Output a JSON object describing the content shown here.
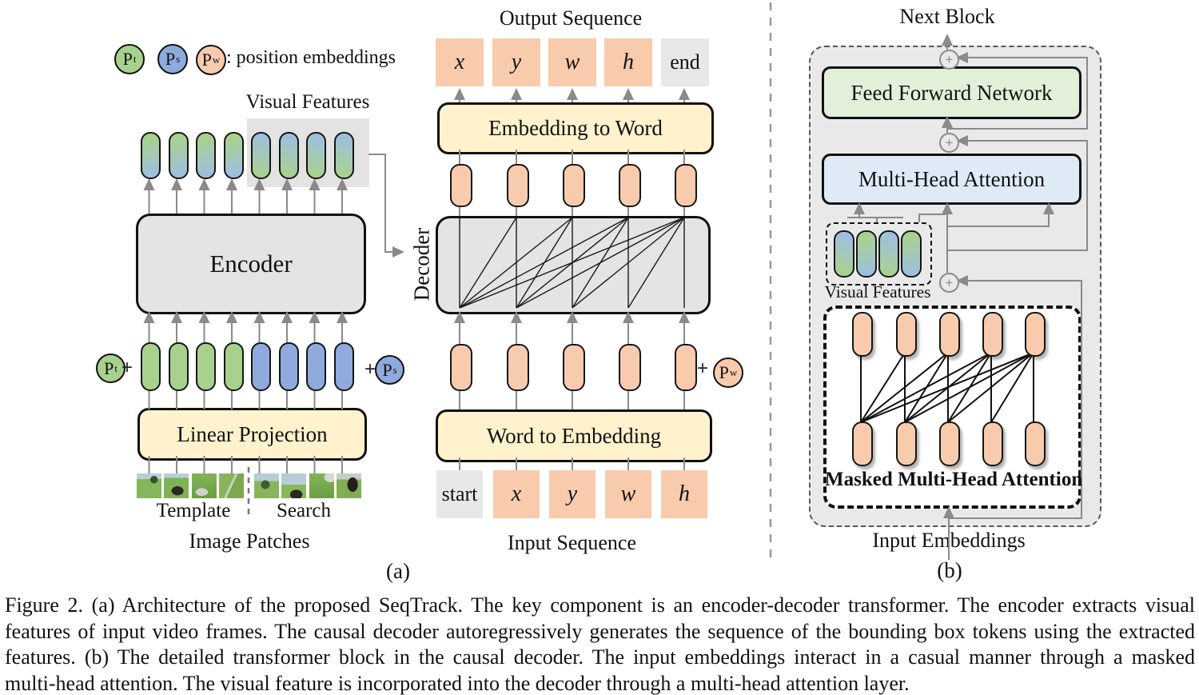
{
  "legend": {
    "symbols": [
      {
        "p": "P",
        "sub": "t"
      },
      {
        "p": "P",
        "sub": "s"
      },
      {
        "p": "P",
        "sub": "w"
      }
    ],
    "text": ": position embeddings"
  },
  "panel_a": {
    "visual_features": "Visual Features",
    "encoder": "Encoder",
    "linear_projection": "Linear Projection",
    "plus": "+",
    "pt": {
      "p": "P",
      "sub": "t"
    },
    "ps": {
      "p": "P",
      "sub": "s"
    },
    "pw": {
      "p": "P",
      "sub": "w"
    },
    "template": "Template",
    "search": "Search",
    "image_patches": "Image Patches",
    "panel_label": "(a)",
    "output_title": "Output Sequence",
    "output_tokens": [
      "x",
      "y",
      "w",
      "h",
      "end"
    ],
    "embedding_to_word": "Embedding to Word",
    "decoder": "Decoder",
    "word_to_embedding": "Word to Embedding",
    "input_tokens": [
      "start",
      "x",
      "y",
      "w",
      "h"
    ],
    "input_title": "Input Sequence"
  },
  "panel_b": {
    "next_block": "Next Block",
    "ffn": "Feed Forward Network",
    "mha": "Multi-Head Attention",
    "visual_features": "Visual Features",
    "masked_mha": "Masked Multi-Head Attention",
    "input_embeddings": "Input Embeddings",
    "panel_label": "(b)",
    "plus": "+"
  },
  "caption": {
    "lines": [
      "Figure 2. (a) Architecture of the proposed SeqTrack. The key component is an encoder-decoder transformer. The encoder extracts visual",
      "features of input video frames. The causal decoder autoregressively generates the sequence of the bounding box tokens using the extracted",
      "features. (b) The detailed transformer block in the causal decoder. The input embeddings interact in a casual manner through a masked",
      "multi-head attention. The visual feature is incorporated into the decoder through a multi-head attention layer."
    ]
  },
  "colors": {
    "token_green": "#A9D18E",
    "token_blue": "#8FAADC",
    "token_orange": "#F8CBAD",
    "yellow_box": "#FFF2CC",
    "green_box": "#E2F0D9",
    "blue_box": "#DEEBF7",
    "gray_box": "#E4E4E4",
    "arrow_gray": "#8A8A8A"
  }
}
